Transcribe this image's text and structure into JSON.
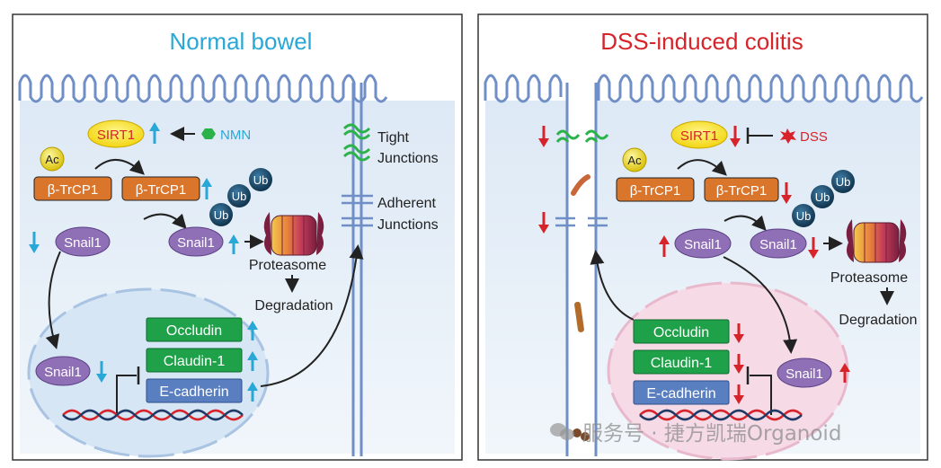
{
  "left_panel": {
    "title": "Normal bowel",
    "sirt1": "SIRT1",
    "nmn": "NMN",
    "ac": "Ac",
    "btrcp1_a": "β-TrCP1",
    "btrcp1_b": "β-TrCP1",
    "ub": "Ub",
    "snail1_a": "Snail1",
    "snail1_b": "Snail1",
    "snail1_nucleus": "Snail1",
    "proteasome": "Proteasome",
    "degradation": "Degradation",
    "occludin": "Occludin",
    "claudin": "Claudin-1",
    "ecadherin": "E-cadherin",
    "tight_junctions_1": "Tight",
    "tight_junctions_2": "Junctions",
    "adherent_junctions_1": "Adherent",
    "adherent_junctions_2": "Junctions"
  },
  "right_panel": {
    "title": "DSS-induced colitis",
    "sirt1": "SIRT1",
    "dss": "DSS",
    "ac": "Ac",
    "btrcp1_a": "β-TrCP1",
    "btrcp1_b": "β-TrCP1",
    "ub": "Ub",
    "snail1_a": "Snail1",
    "snail1_b": "Snail1",
    "snail1_nucleus": "Snail1",
    "proteasome": "Proteasome",
    "degradation": "Degradation",
    "occludin": "Occludin",
    "claudin": "Claudin-1",
    "ecadherin": "E-cadherin"
  },
  "watermark": "服务号 · 捷方凯瑞Organoid",
  "colors": {
    "blue_title": "#29a7d6",
    "red_title": "#d7232a",
    "up_arrow_blue": "#29a7d6",
    "down_arrow_red": "#d7232a",
    "sirt1_fill": "#f7e21c",
    "btrcp_fill": "#d9762b",
    "snail_fill": "#8f6fb5",
    "ub_fill": "#1c4a6b",
    "green_box": "#1fa14a",
    "blue_box": "#5a7fc1",
    "membrane": "#6f8fc6",
    "tight_junction": "#2bb34a",
    "nucleus_left": "#d6e6f5",
    "nucleus_right": "#f6dbe6"
  }
}
